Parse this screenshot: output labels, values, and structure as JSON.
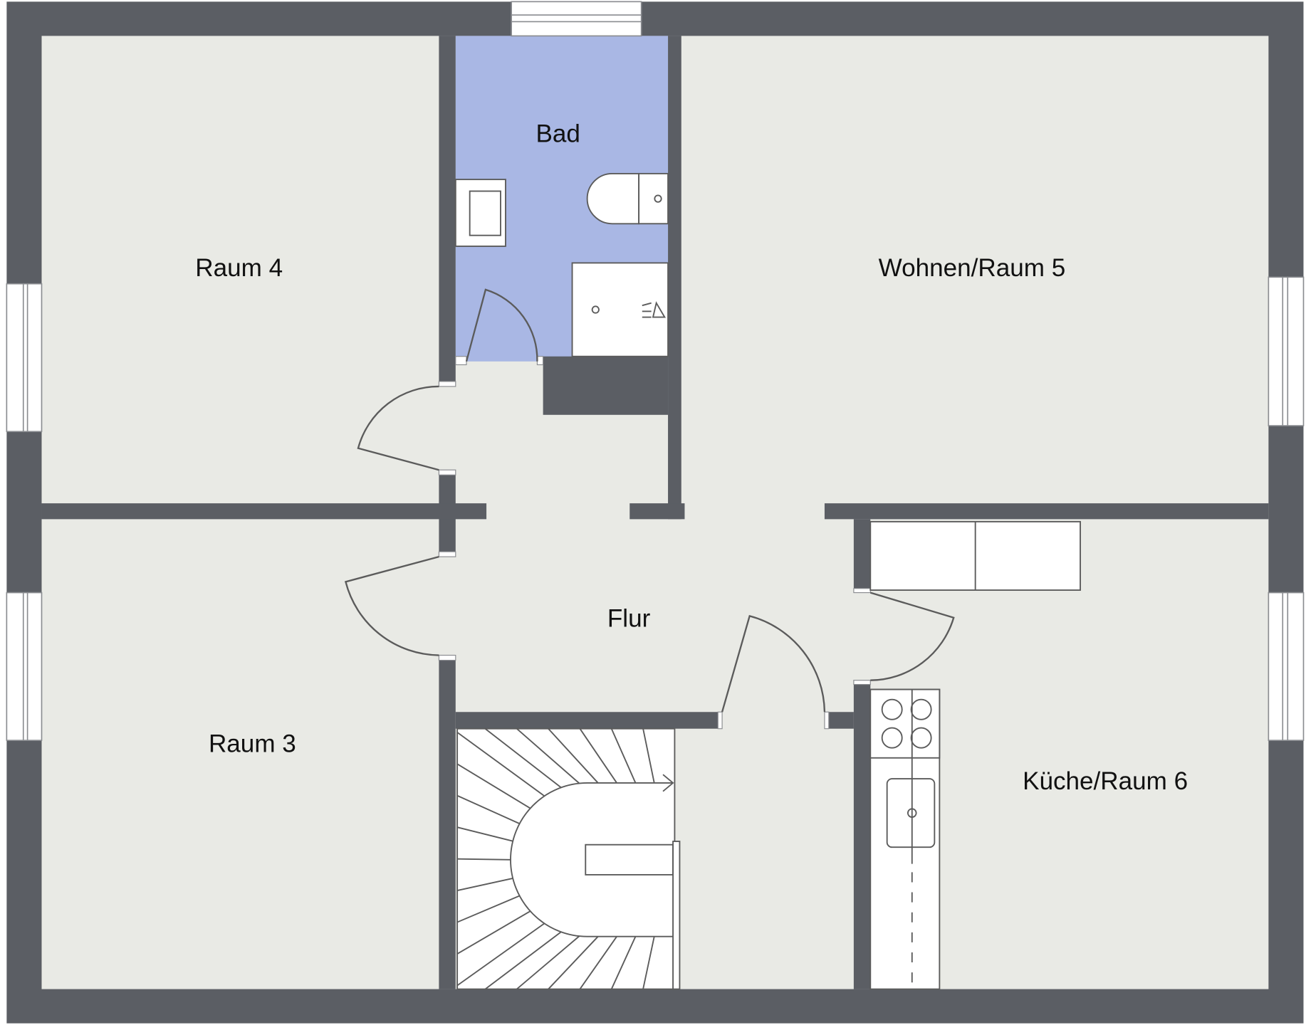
{
  "floor_plan": {
    "rooms": {
      "raum_4": "Raum 4",
      "bad": "Bad",
      "wohnen_raum_5": "Wohnen/Raum 5",
      "flur": "Flur",
      "raum_3": "Raum 3",
      "kueche_raum_6": "Küche/Raum 6"
    }
  },
  "colors": {
    "wall": "#5b5e64",
    "floor": "#e9eae5",
    "bath": "#a9b7e4",
    "fixture": "#ffffff",
    "line": "#5b5b5b"
  },
  "icons": {
    "toilet": "toilet-icon",
    "washbasin": "washbasin-icon",
    "shower": "shower-icon",
    "stove": "stove-icon",
    "kitchen_sink": "kitchen-sink-icon",
    "stairs": "stairs-icon"
  }
}
